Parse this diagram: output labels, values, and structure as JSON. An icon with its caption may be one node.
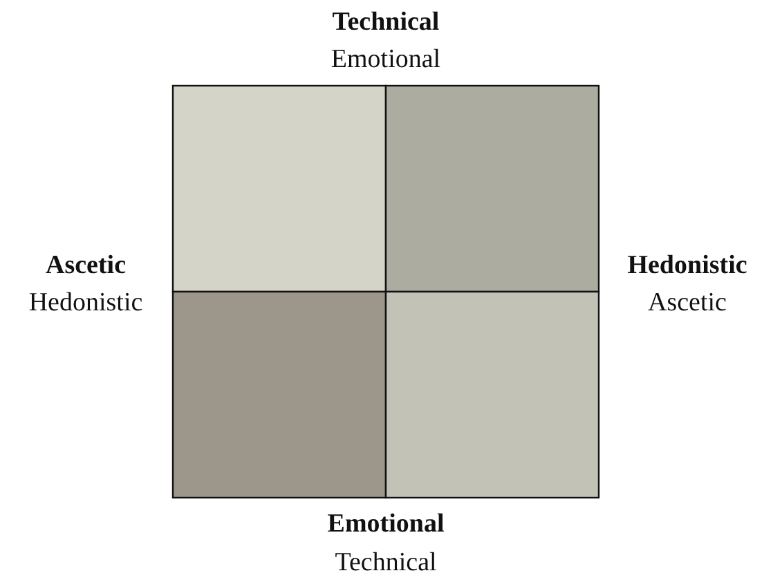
{
  "diagram": {
    "labels": [
      "Technical",
      "Emotional",
      "Ascetic",
      "Hedonistic",
      "Hedonistic",
      "Ascetic",
      "Emotional",
      "Technical"
    ]
  }
}
